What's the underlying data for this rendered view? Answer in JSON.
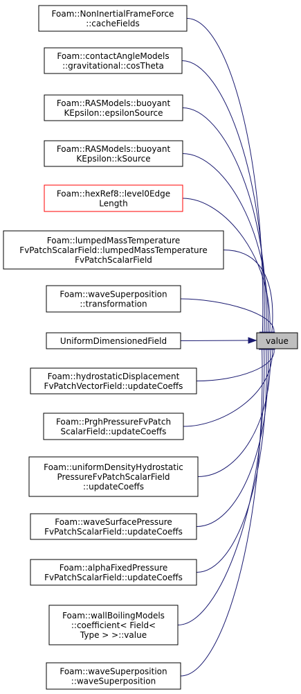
{
  "graph": {
    "colors": {
      "edge": "#191970",
      "node_border": "#000000",
      "highlight_border": "#ff0000",
      "target_fill": "#bfbfbf"
    },
    "target": {
      "label": "value"
    },
    "callers": [
      {
        "lines": [
          "Foam::NonInertialFrameForce",
          "::cacheFields"
        ],
        "highlight": false
      },
      {
        "lines": [
          "Foam::contactAngleModels",
          "::gravitational::cosTheta"
        ],
        "highlight": false
      },
      {
        "lines": [
          "Foam::RASModels::buoyant",
          "KEpsilon::epsilonSource"
        ],
        "highlight": false
      },
      {
        "lines": [
          "Foam::RASModels::buoyant",
          "KEpsilon::kSource"
        ],
        "highlight": false
      },
      {
        "lines": [
          "Foam::hexRef8::level0Edge",
          "Length"
        ],
        "highlight": true
      },
      {
        "lines": [
          "Foam::lumpedMassTemperature",
          "FvPatchScalarField::lumpedMassTemperature",
          "FvPatchScalarField"
        ],
        "highlight": false
      },
      {
        "lines": [
          "Foam::waveSuperposition",
          "::transformation"
        ],
        "highlight": false
      },
      {
        "lines": [
          "UniformDimensionedField"
        ],
        "highlight": false
      },
      {
        "lines": [
          "Foam::hydrostaticDisplacement",
          "FvPatchVectorField::updateCoeffs"
        ],
        "highlight": false
      },
      {
        "lines": [
          "Foam::PrghPressureFvPatch",
          "ScalarField::updateCoeffs"
        ],
        "highlight": false
      },
      {
        "lines": [
          "Foam::uniformDensityHydrostatic",
          "PressureFvPatchScalarField",
          "::updateCoeffs"
        ],
        "highlight": false
      },
      {
        "lines": [
          "Foam::waveSurfacePressure",
          "FvPatchScalarField::updateCoeffs"
        ],
        "highlight": false
      },
      {
        "lines": [
          "Foam::alphaFixedPressure",
          "FvPatchScalarField::updateCoeffs"
        ],
        "highlight": false
      },
      {
        "lines": [
          "Foam::wallBoilingModels",
          "::coefficient< Field<",
          " Type > >::value"
        ],
        "highlight": false
      },
      {
        "lines": [
          "Foam::waveSuperposition",
          "::waveSuperposition"
        ],
        "highlight": false
      }
    ]
  }
}
